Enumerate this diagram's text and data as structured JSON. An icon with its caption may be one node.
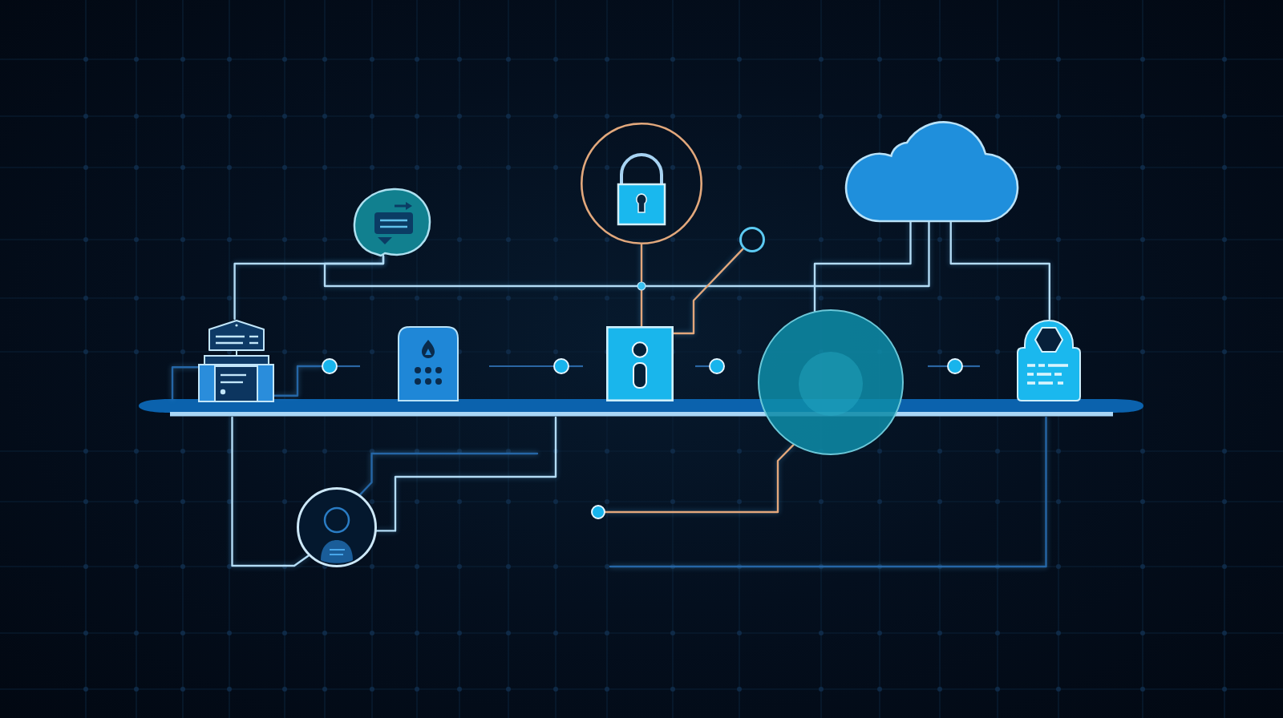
{
  "diagram": {
    "nodes": [
      {
        "text": [],
        "shape": "circle"
      },
      {
        "text": [],
        "shape": "cloud"
      },
      {
        "text": [],
        "shape": "picture"
      },
      {
        "text": [],
        "shape": "circle"
      },
      {
        "text": [],
        "shape": "picture"
      },
      {
        "text": [],
        "shape": "circle"
      },
      {
        "text": [],
        "shape": "picture"
      },
      {
        "text": [],
        "shape": "circle"
      },
      {
        "text": [],
        "shape": "box"
      },
      {
        "text": [],
        "shape": "circle"
      },
      {
        "text": [],
        "shape": "circle"
      },
      {
        "text": [],
        "shape": "circle"
      },
      {
        "text": [],
        "shape": "picture"
      },
      {
        "text": [],
        "shape": "bar"
      },
      {
        "text": [],
        "shape": "circle"
      },
      {
        "text": [],
        "shape": "circle"
      }
    ],
    "edges": [
      {
        "from": 4,
        "to": 2,
        "arrow": "none"
      },
      {
        "from": 2,
        "to": 1,
        "arrow": "none"
      },
      {
        "from": 0,
        "to": 8,
        "arrow": "none",
        "color": "#e3a77b"
      },
      {
        "from": 8,
        "to": 3,
        "arrow": "none",
        "color": "#e3a77b"
      },
      {
        "from": 1,
        "to": 10,
        "arrow": "none"
      },
      {
        "from": 1,
        "to": 12,
        "arrow": "none"
      },
      {
        "from": 4,
        "to": 5,
        "arrow": "none",
        "color": "#2566a6"
      },
      {
        "from": 13,
        "to": 4,
        "arrow": "none",
        "color": "#2566a6"
      },
      {
        "from": 13,
        "to": 14,
        "arrow": "none"
      },
      {
        "from": 13,
        "to": 14,
        "arrow": "none"
      },
      {
        "from": 14,
        "to": null,
        "arrow": "none",
        "color": "#2566a6"
      },
      {
        "from": 15,
        "to": 10,
        "arrow": "none",
        "color": "#e3a77b"
      },
      {
        "from": 13,
        "to": null,
        "arrow": "none",
        "color": "#2566a6"
      }
    ]
  }
}
